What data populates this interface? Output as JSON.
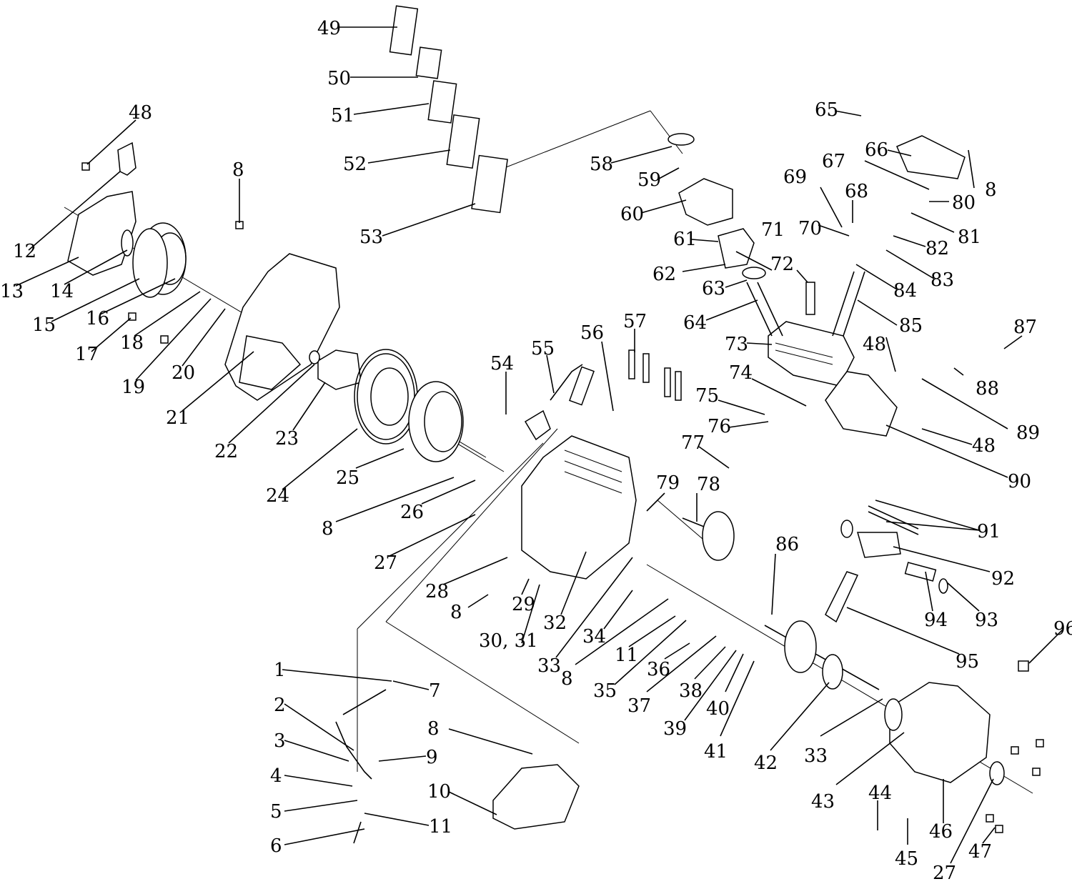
{
  "diagram": {
    "callouts": {
      "c1": "1",
      "c2": "2",
      "c3": "3",
      "c4": "4",
      "c5": "5",
      "c6": "6",
      "c7": "7",
      "c8a": "8",
      "c8b": "8",
      "c8c": "8",
      "c8d": "8",
      "c8e": "8",
      "c8f": "8",
      "c9": "9",
      "c10": "10",
      "c11a": "11",
      "c11b": "11",
      "c12": "12",
      "c13": "13",
      "c14": "14",
      "c15": "15",
      "c16": "16",
      "c17": "17",
      "c18": "18",
      "c19": "19",
      "c20": "20",
      "c21": "21",
      "c22": "22",
      "c23": "23",
      "c24": "24",
      "c25": "25",
      "c26": "26",
      "c27a": "27",
      "c27b": "27",
      "c28": "28",
      "c29": "29",
      "c3031": "30, 31",
      "c32": "32",
      "c33a": "33",
      "c33b": "33",
      "c34": "34",
      "c35": "35",
      "c36": "36",
      "c37": "37",
      "c38": "38",
      "c39": "39",
      "c40": "40",
      "c41": "41",
      "c42": "42",
      "c43": "43",
      "c44": "44",
      "c45": "45",
      "c46": "46",
      "c47": "47",
      "c48a": "48",
      "c48b": "48",
      "c48c": "48",
      "c49": "49",
      "c50": "50",
      "c51": "51",
      "c52": "52",
      "c53": "53",
      "c54": "54",
      "c55": "55",
      "c56": "56",
      "c57": "57",
      "c58": "58",
      "c59": "59",
      "c60": "60",
      "c61": "61",
      "c62": "62",
      "c63": "63",
      "c64": "64",
      "c65": "65",
      "c66": "66",
      "c67": "67",
      "c68": "68",
      "c69": "69",
      "c70": "70",
      "c71": "71",
      "c72": "72",
      "c73": "73",
      "c74": "74",
      "c75": "75",
      "c76": "76",
      "c77": "77",
      "c78": "78",
      "c79": "79",
      "c80": "80",
      "c81": "81",
      "c82": "82",
      "c83": "83",
      "c84": "84",
      "c85": "85",
      "c86": "86",
      "c87": "87",
      "c88": "88",
      "c89": "89",
      "c90": "90",
      "c91": "91",
      "c92": "92",
      "c93": "93",
      "c94": "94",
      "c95": "95",
      "c96": "96"
    }
  }
}
